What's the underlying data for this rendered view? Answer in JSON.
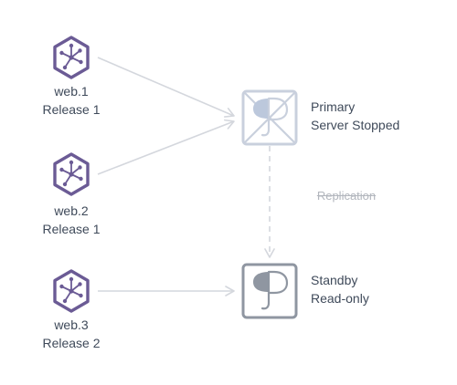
{
  "dynos": [
    {
      "name": "web.1",
      "release": "Release 1"
    },
    {
      "name": "web.2",
      "release": "Release 1"
    },
    {
      "name": "web.3",
      "release": "Release 2"
    }
  ],
  "primary": {
    "role": "Primary",
    "status": "Server Stopped"
  },
  "standby": {
    "role": "Standby",
    "status": "Read-only"
  },
  "replication": {
    "label": "Replication"
  },
  "colors": {
    "dyno": "#6b5b95",
    "arrow": "#d4d7dd",
    "db_active": "#8f96a1",
    "db_stopped": "#c9d0dd",
    "db_fill": "#bcc8dc"
  },
  "icons": {
    "dyno": "dyno-hexagon-icon",
    "database": "postgres-database-icon"
  }
}
